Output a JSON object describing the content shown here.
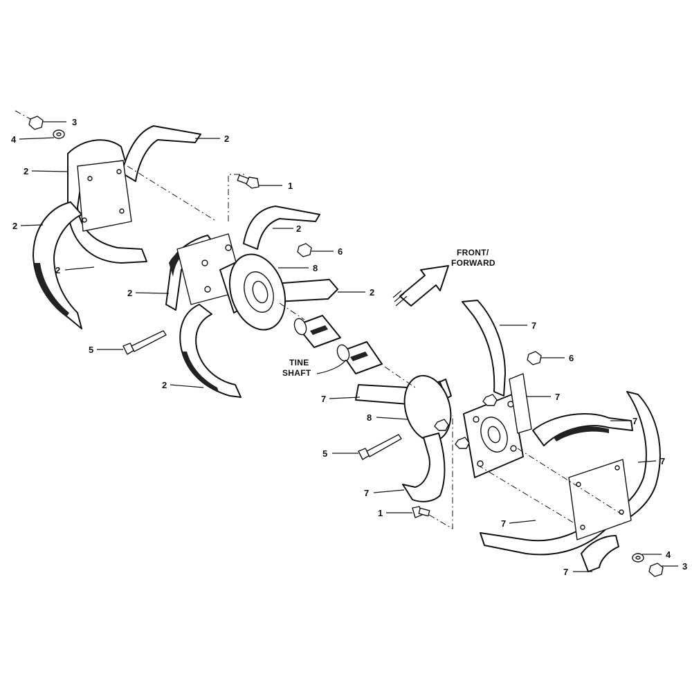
{
  "callouts": [
    {
      "id": "c3a",
      "text": "3"
    },
    {
      "id": "c4a",
      "text": "4"
    },
    {
      "id": "c2a",
      "text": "2"
    },
    {
      "id": "c2b",
      "text": "2"
    },
    {
      "id": "c1a",
      "text": "1"
    },
    {
      "id": "c2c",
      "text": "2"
    },
    {
      "id": "c2d",
      "text": "2"
    },
    {
      "id": "c6a",
      "text": "6"
    },
    {
      "id": "c2e",
      "text": "2"
    },
    {
      "id": "c8a",
      "text": "8"
    },
    {
      "id": "c2f",
      "text": "2"
    },
    {
      "id": "c2g",
      "text": "2"
    },
    {
      "id": "c5a",
      "text": "5"
    },
    {
      "id": "c2h",
      "text": "2"
    },
    {
      "id": "c7a",
      "text": "7"
    },
    {
      "id": "c6b",
      "text": "6"
    },
    {
      "id": "c7b",
      "text": "7"
    },
    {
      "id": "c7c",
      "text": "7"
    },
    {
      "id": "c8b",
      "text": "8"
    },
    {
      "id": "c7d",
      "text": "7"
    },
    {
      "id": "c7e",
      "text": "7"
    },
    {
      "id": "c5b",
      "text": "5"
    },
    {
      "id": "c7f",
      "text": "7"
    },
    {
      "id": "c1b",
      "text": "1"
    },
    {
      "id": "c7g",
      "text": "7"
    },
    {
      "id": "c4b",
      "text": "4"
    },
    {
      "id": "c7h",
      "text": "7"
    },
    {
      "id": "c3b",
      "text": "3"
    }
  ],
  "labels": {
    "front_line1": "FRONT/",
    "front_line2": "FORWARD",
    "tine_line1": "TINE",
    "tine_line2": "SHAFT"
  }
}
